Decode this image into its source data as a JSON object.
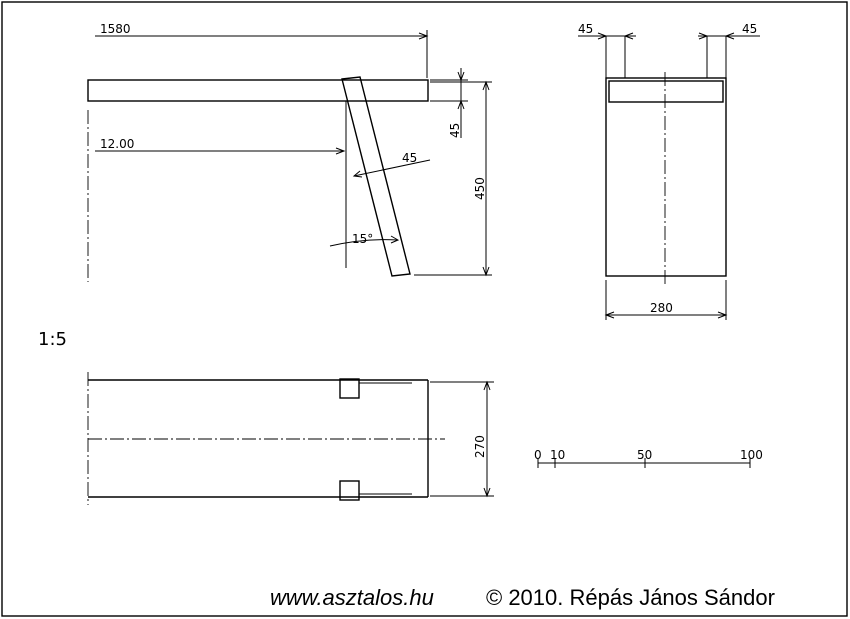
{
  "drawing": {
    "scale": "1:5",
    "side_view": {
      "dim_length": "1580",
      "dim_leg_offset": "12.00",
      "dim_top_thickness": "45",
      "dim_height": "450",
      "dim_leg_thickness": "45",
      "dim_angle": "15°"
    },
    "end_view": {
      "dim_left_leg": "45",
      "dim_right_leg": "45",
      "dim_width": "280"
    },
    "top_view": {
      "dim_width": "270"
    },
    "scale_bar": {
      "ticks": [
        "0",
        "10",
        "50",
        "100"
      ]
    },
    "footer": {
      "website": "www.asztalos.hu",
      "copyright": "© 2010. Répás János Sándor"
    }
  }
}
